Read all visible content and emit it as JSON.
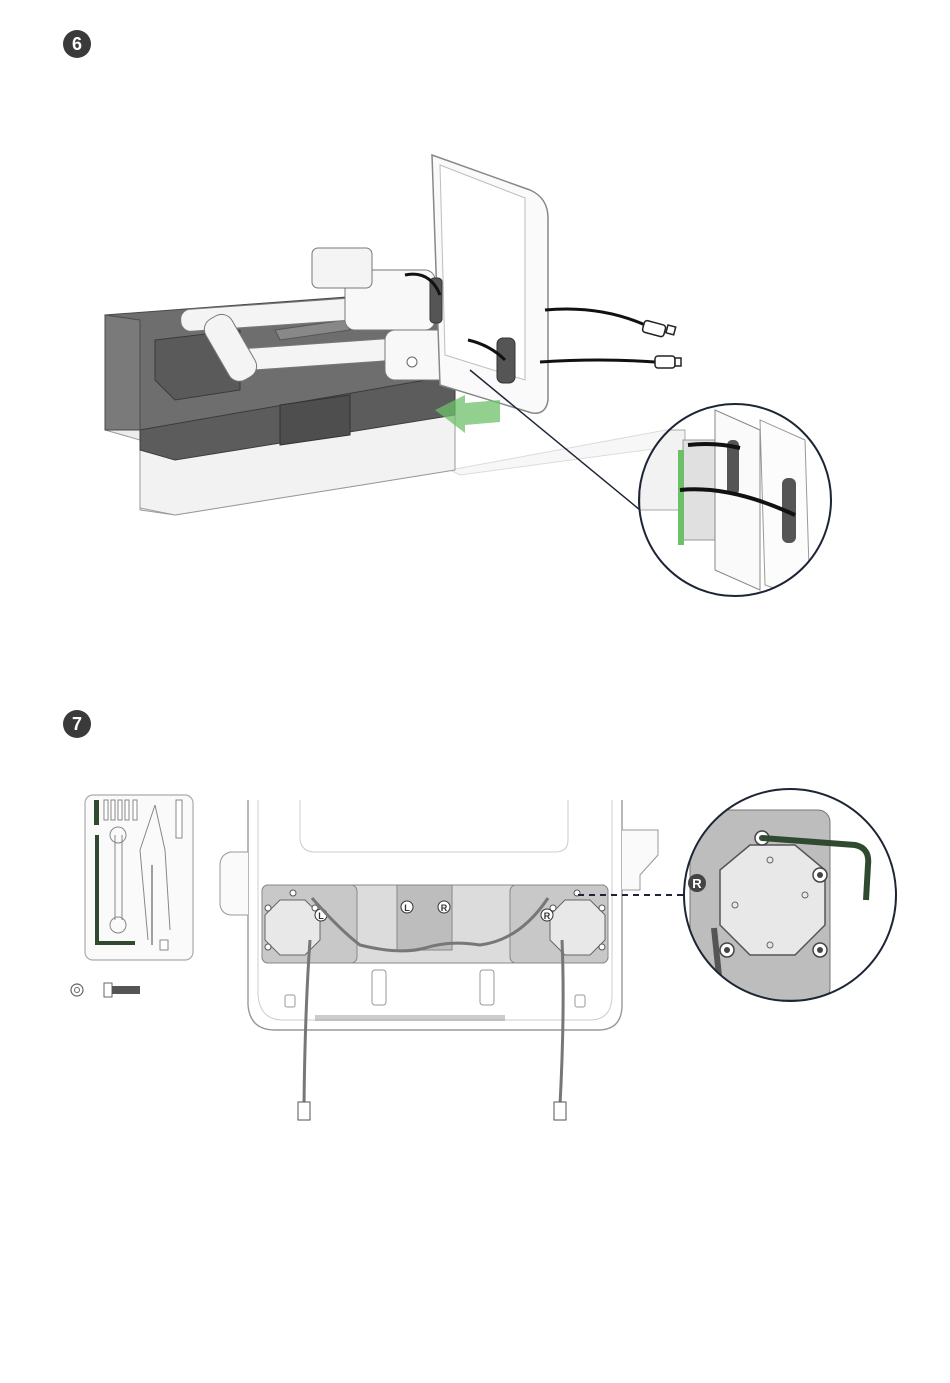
{
  "steps": [
    {
      "number": "6"
    },
    {
      "number": "7"
    }
  ],
  "step7": {
    "left_label": "L",
    "right_label": "R",
    "zoom_label": "R"
  },
  "colors": {
    "foam": "#6e6e6e",
    "foam_dark": "#545454",
    "cable": "#111111",
    "highlight_green": "#6cc06a",
    "tool_green": "#2f4a2f",
    "outline": "#1d2535"
  },
  "icons": {
    "step6_arrow": "green-direction-arrow-icon",
    "washer": "washer-icon",
    "screw": "screw-icon",
    "hex_key": "hex-key-icon",
    "wrench": "wrench-icon",
    "pliers": "pliers-icon"
  }
}
